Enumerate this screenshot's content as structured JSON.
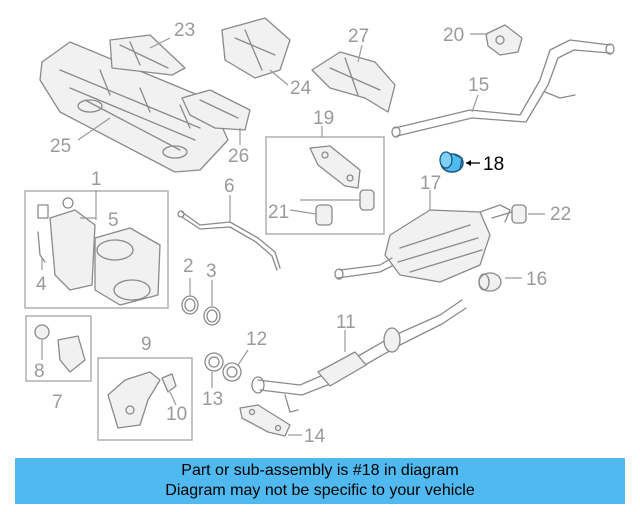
{
  "diagram": {
    "labels": [
      "1",
      "2",
      "3",
      "4",
      "5",
      "6",
      "7",
      "8",
      "9",
      "10",
      "11",
      "12",
      "13",
      "14",
      "15",
      "16",
      "17",
      "18",
      "19",
      "20",
      "21",
      "22",
      "23",
      "24",
      "25",
      "26",
      "27"
    ],
    "highlighted_part": "18",
    "highlight_color": "#4fb9f0"
  },
  "banner": {
    "line1": "Part or sub-assembly is #18 in diagram",
    "line2": "Diagram may not be specific to your vehicle",
    "background": "#4fb9f0"
  }
}
